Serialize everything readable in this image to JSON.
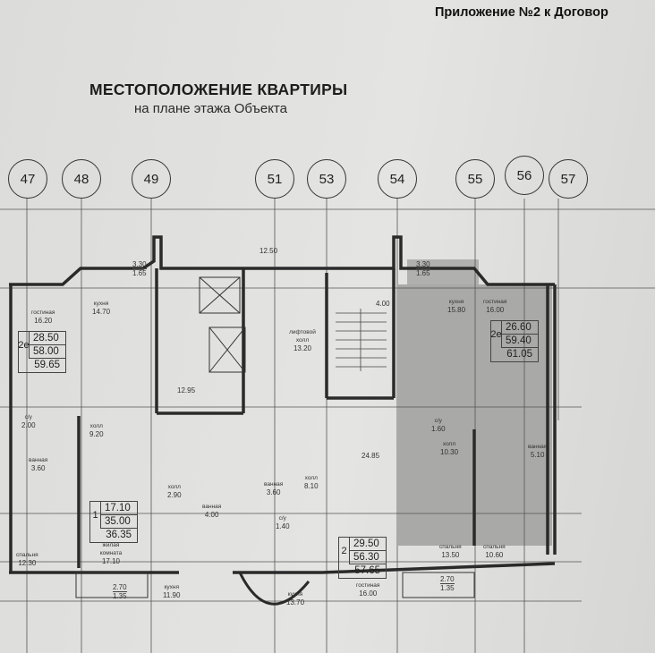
{
  "header": {
    "appendix": "Приложение №2 к Договор"
  },
  "title": "МЕСТОПОЛОЖЕНИЕ КВАРТИРЫ",
  "subtitle": "на плане этажа Объекта",
  "axes": [
    "47",
    "48",
    "49",
    "51",
    "53",
    "54",
    "55",
    "56",
    "57"
  ],
  "highlight_color": "#a9a9a7",
  "rooms": [
    {
      "name": "гостиная",
      "area": "16.20"
    },
    {
      "name": "кухня",
      "area": "14.70"
    },
    {
      "name": "с/у",
      "area": "2.00"
    },
    {
      "name": "холл",
      "area": "9.20"
    },
    {
      "name": "ванная",
      "area": "3.60"
    },
    {
      "name": "",
      "area": "12.95"
    },
    {
      "name": "лифтовой холл",
      "area": "13.20"
    },
    {
      "name": "",
      "area": "4.00"
    },
    {
      "name": "",
      "area": "12.50"
    },
    {
      "name": "",
      "area": "24.85"
    },
    {
      "name": "кухня",
      "area": "15.80"
    },
    {
      "name": "гостиная",
      "area": "16.00"
    },
    {
      "name": "с/у",
      "area": "1.60"
    },
    {
      "name": "холл",
      "area": "10.30"
    },
    {
      "name": "ванная",
      "area": "5.10"
    },
    {
      "name": "холл",
      "area": "2.90"
    },
    {
      "name": "ванная",
      "area": "4.00"
    },
    {
      "name": "ванная",
      "area": "3.60"
    },
    {
      "name": "холл",
      "area": "8.10"
    },
    {
      "name": "с/у",
      "area": "1.40"
    },
    {
      "name": "жилая комната",
      "area": "17.10"
    },
    {
      "name": "спальня",
      "area": "12.30"
    },
    {
      "name": "кухня",
      "area": "11.90"
    },
    {
      "name": "кухня",
      "area": "13.70"
    },
    {
      "name": "гостиная",
      "area": "16.00"
    },
    {
      "name": "спальня",
      "area": "13.50"
    },
    {
      "name": "спальня",
      "area": "10.60"
    }
  ],
  "balconies": [
    {
      "top": "3.30",
      "bottom": "1.65"
    },
    {
      "top": "3.30",
      "bottom": "1.65"
    },
    {
      "top": "2.70",
      "bottom": "1.35"
    },
    {
      "top": "2.70",
      "bottom": "1.35"
    }
  ],
  "apartments": [
    {
      "type": "2е",
      "living": "28.50",
      "total": "58.00",
      "total_with_balcony": "59.65"
    },
    {
      "type": "2е",
      "living": "26.60",
      "total": "59.40",
      "total_with_balcony": "61.05"
    },
    {
      "type": "1",
      "living": "17.10",
      "total": "35.00",
      "total_with_balcony": "36.35"
    },
    {
      "type": "2",
      "living": "29.50",
      "total": "56.30",
      "total_with_balcony": "57.65"
    }
  ]
}
